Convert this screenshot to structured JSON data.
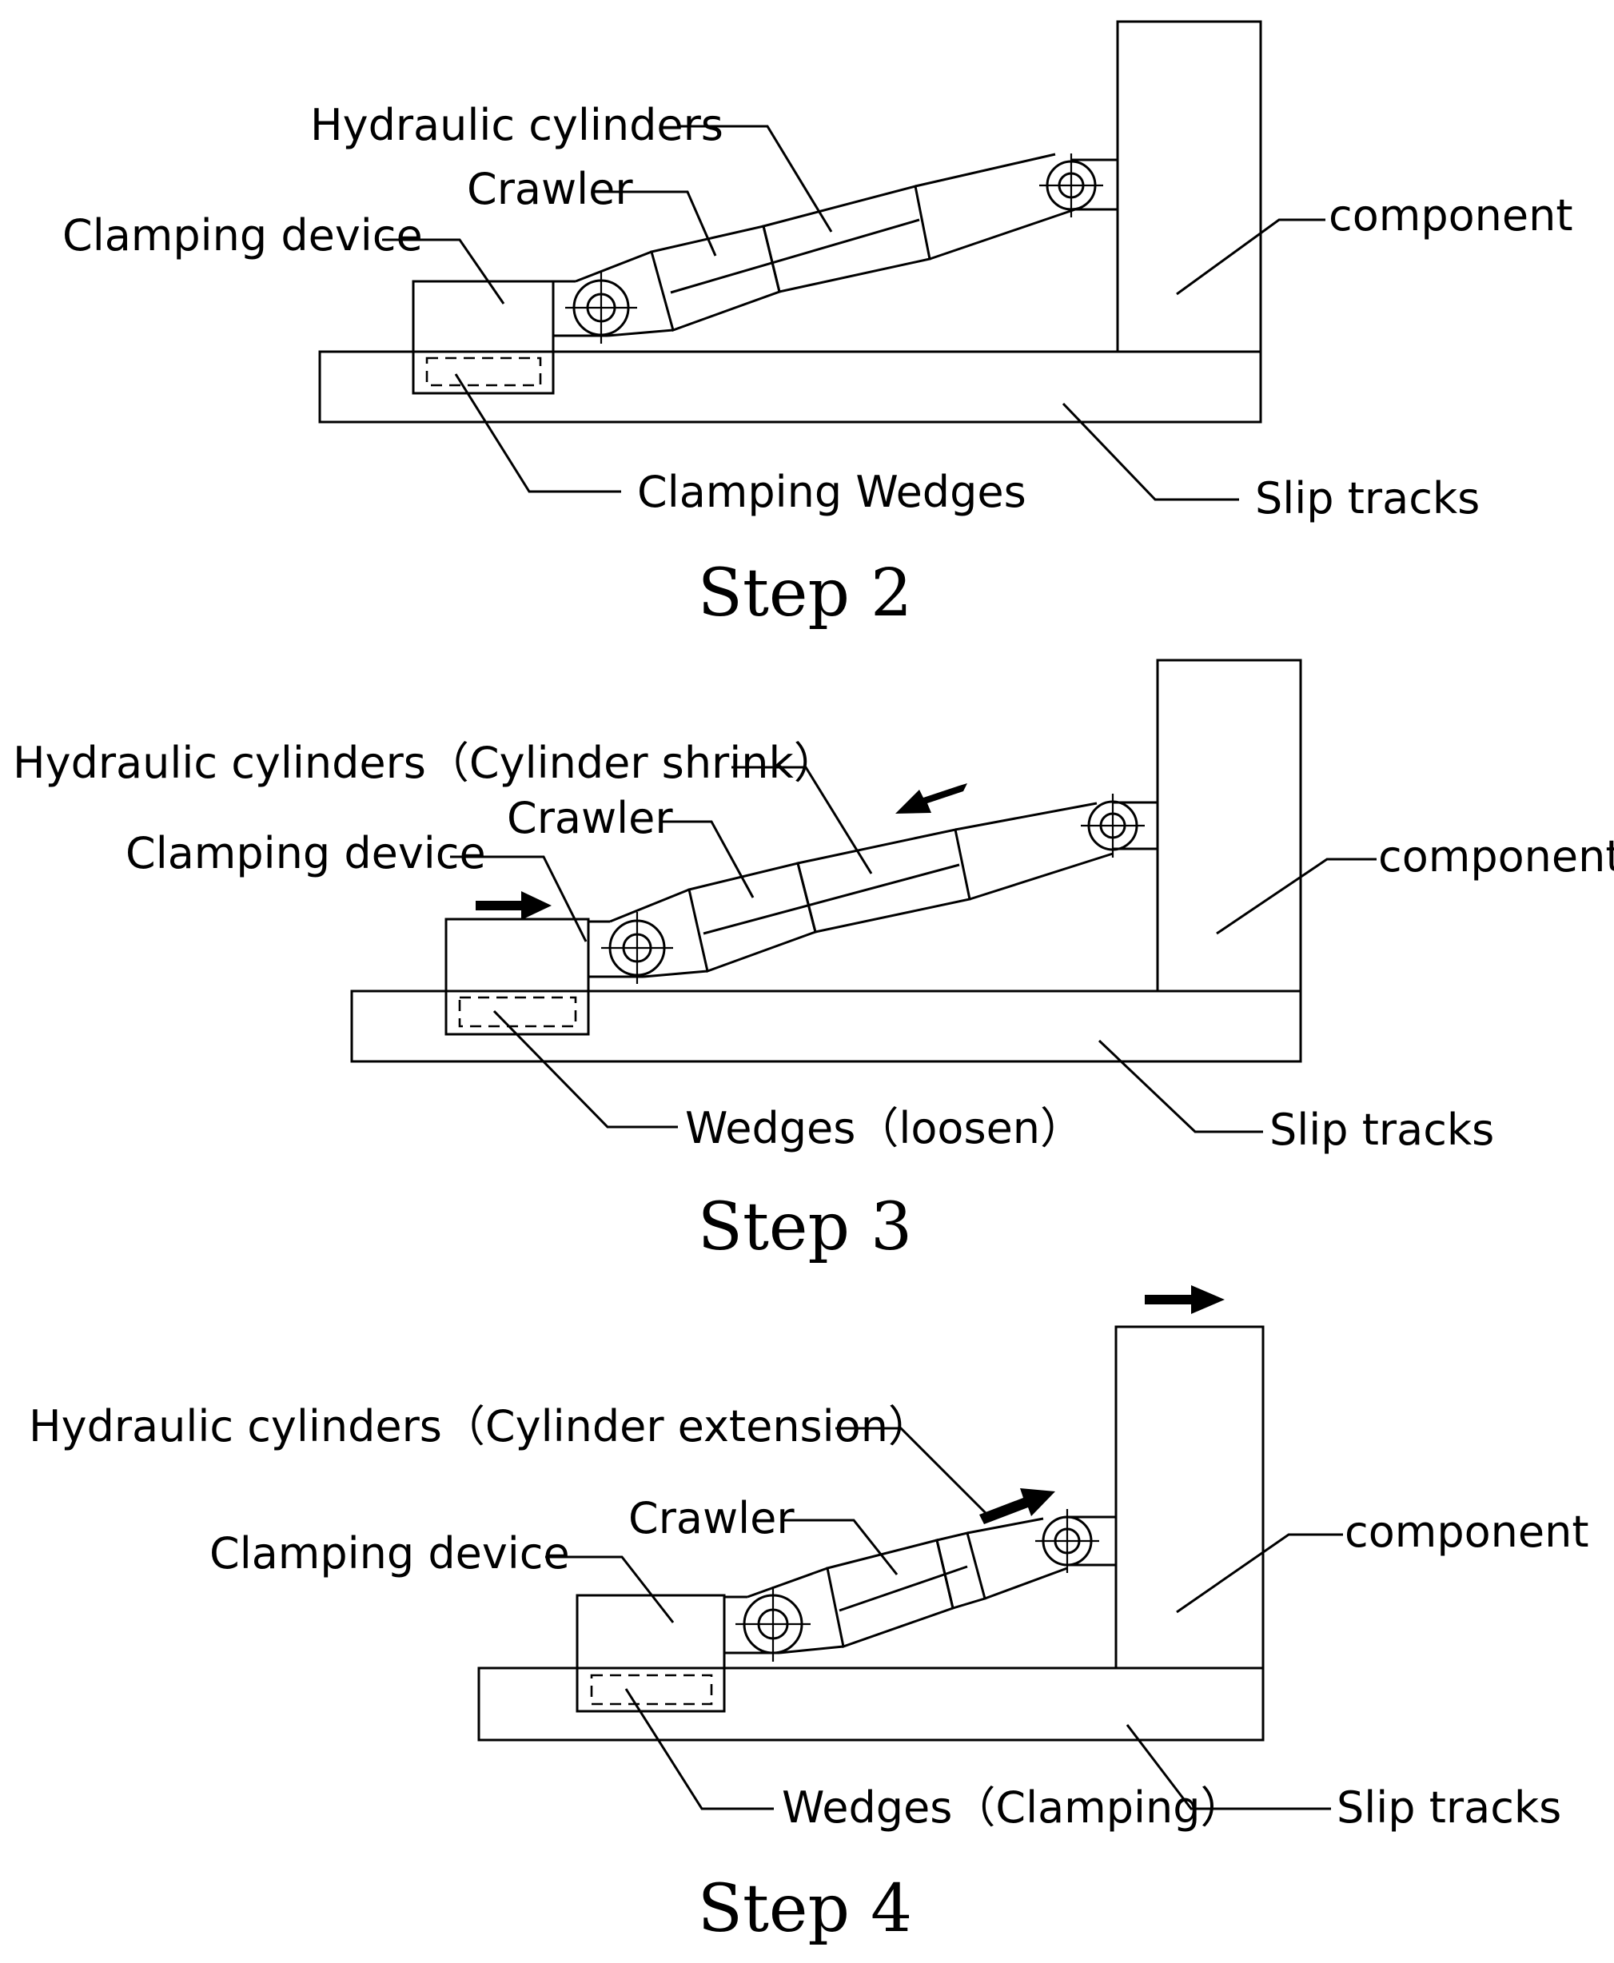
{
  "steps": [
    {
      "title": "Step 2",
      "labels": {
        "hydraulic": "Hydraulic cylinders",
        "crawler": "Crawler",
        "clamping": "Clamping device",
        "component": "component",
        "wedges": "Clamping Wedges",
        "tracks": "Slip tracks"
      }
    },
    {
      "title": "Step 3",
      "labels": {
        "hydraulic": "Hydraulic cylinders（Cylinder shrink）",
        "crawler": "Crawler",
        "clamping": "Clamping device",
        "component": "component",
        "wedges": "Wedges（loosen）",
        "tracks": "Slip tracks"
      }
    },
    {
      "title": "Step 4",
      "labels": {
        "hydraulic": "Hydraulic cylinders（Cylinder extension）",
        "crawler": "Crawler",
        "clamping": "Clamping device",
        "component": "component",
        "wedges": "Wedges（Clamping）",
        "tracks": "Slip tracks"
      }
    }
  ]
}
